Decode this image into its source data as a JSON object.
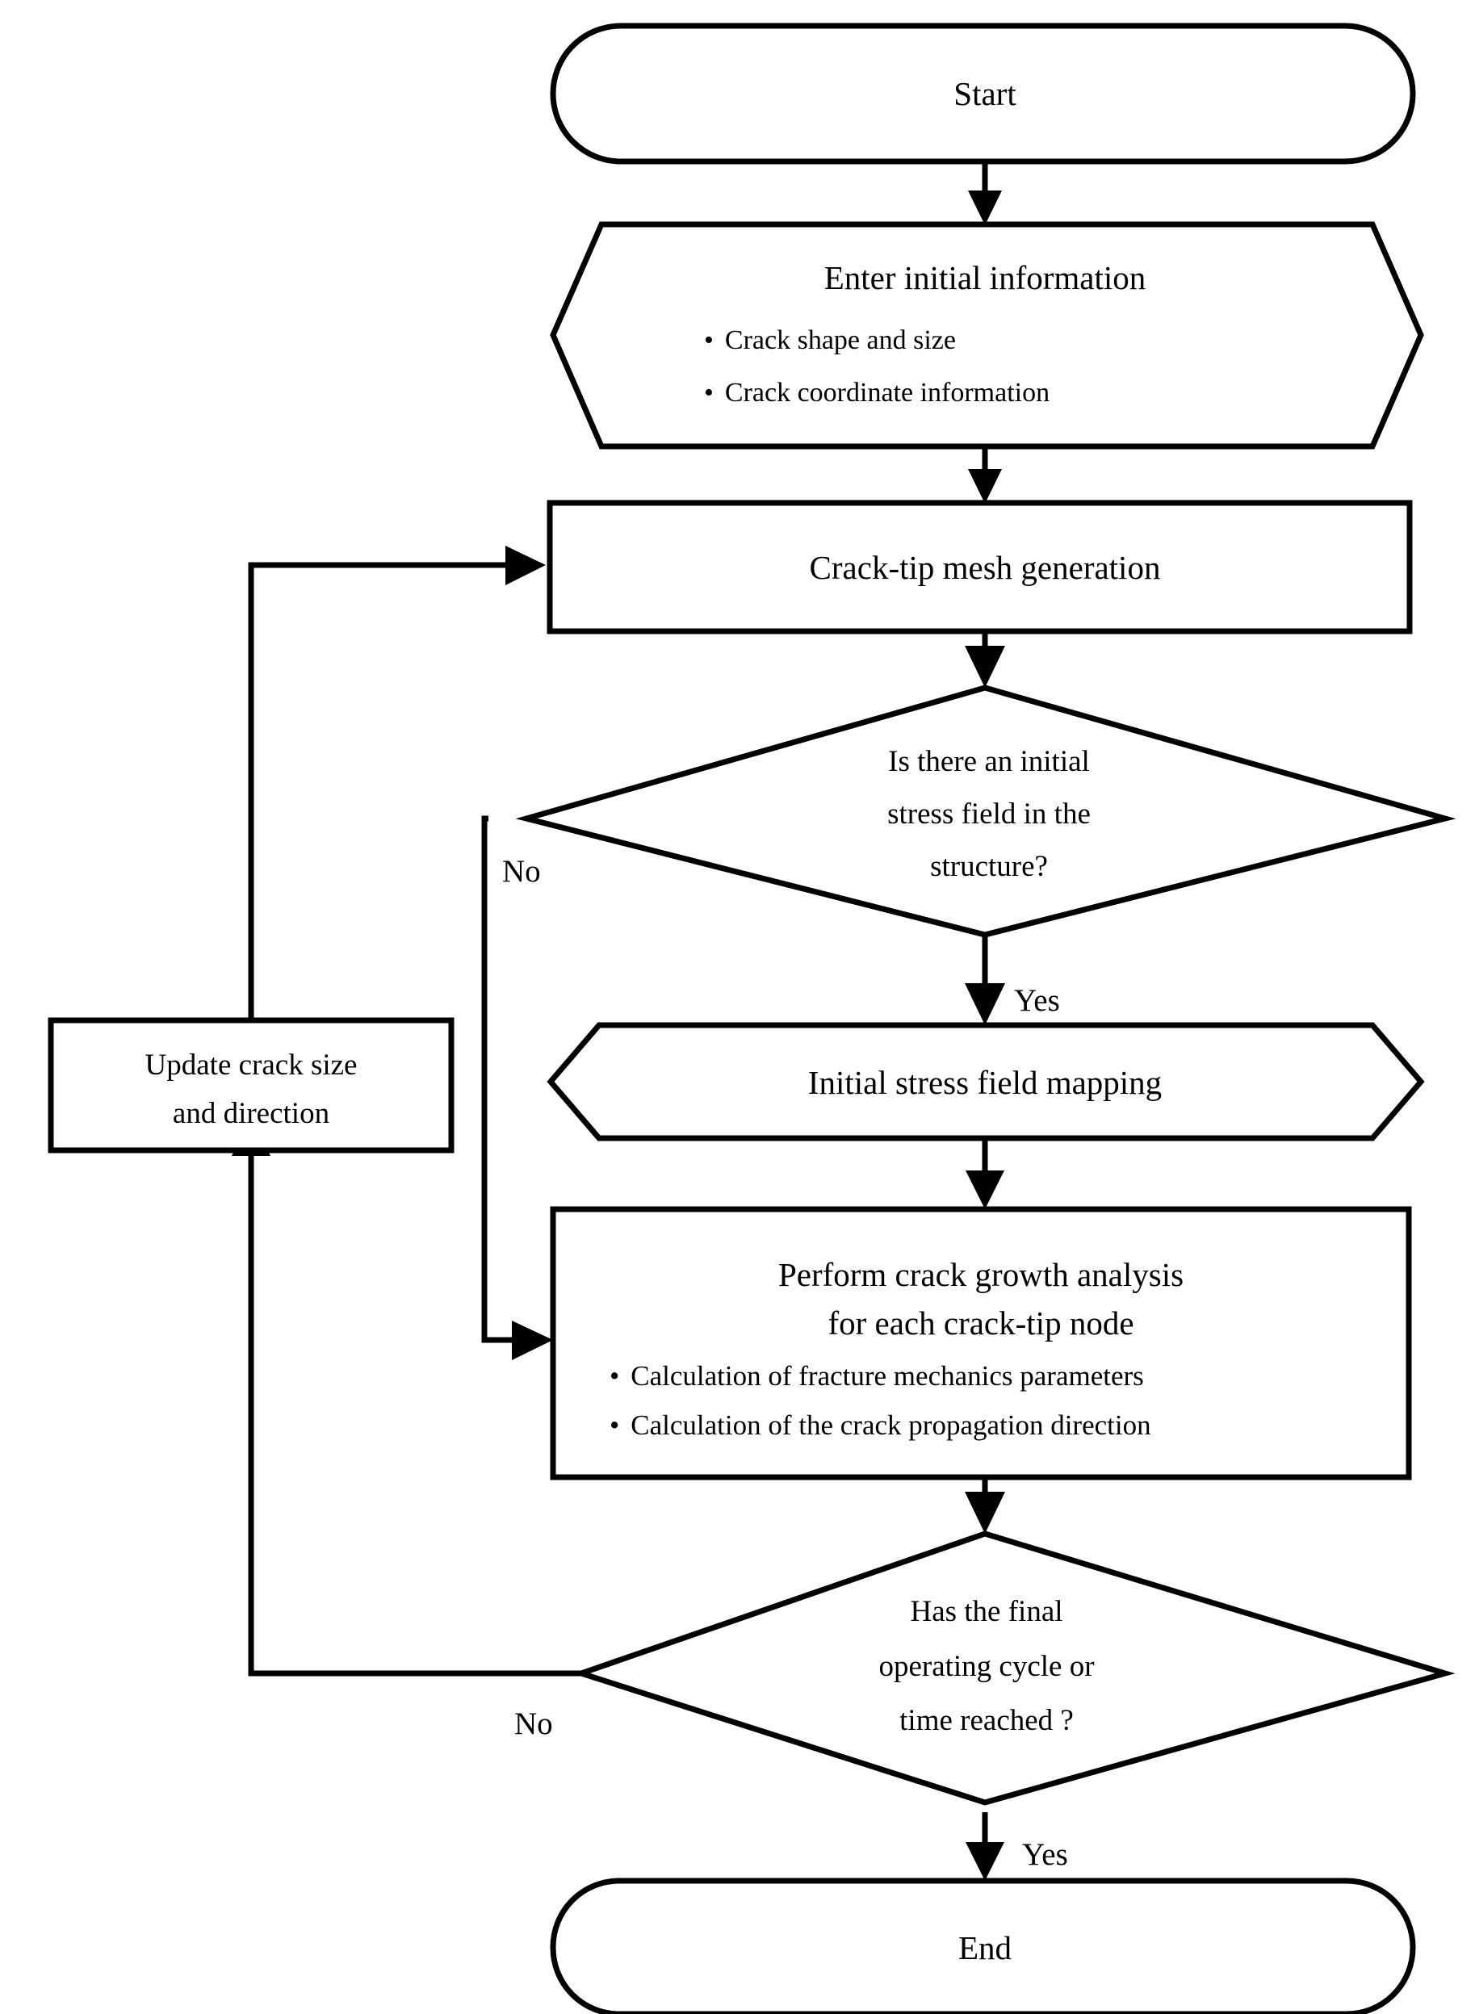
{
  "diagram": {
    "title": "Crack growth analysis flowchart",
    "type": "flowchart",
    "background_color": "#ffffff",
    "line_color": "#000000",
    "fill_color": "#ffffff"
  },
  "nodes": {
    "start": {
      "label": "Start",
      "shape": "terminator"
    },
    "enter_info": {
      "title": "Enter initial information",
      "shape": "hexagon",
      "bullets": [
        "Crack shape and size",
        "Crack coordinate information"
      ],
      "bullet_char": "•"
    },
    "mesh_generation": {
      "label": "Crack-tip mesh generation",
      "shape": "process"
    },
    "decision_stress": {
      "shape": "decision",
      "lines": [
        "Is there an initial",
        "stress field in the",
        "structure?"
      ]
    },
    "update_crack": {
      "shape": "process",
      "lines": [
        "Update crack size",
        "and direction"
      ]
    },
    "stress_mapping": {
      "label": "Initial stress field mapping",
      "shape": "hexagon"
    },
    "crack_growth": {
      "shape": "process",
      "lines": [
        "Perform crack growth analysis",
        "for each crack-tip node"
      ],
      "bullets": [
        "Calculation of fracture mechanics parameters",
        "Calculation of the crack propagation direction"
      ],
      "bullet_char": "•"
    },
    "decision_final": {
      "shape": "decision",
      "lines": [
        "Has the final",
        "operating cycle or",
        "time reached ?"
      ]
    },
    "end": {
      "label": "End",
      "shape": "terminator"
    }
  },
  "edge_labels": {
    "stress_no": "No",
    "stress_yes": "Yes",
    "final_no": "No",
    "final_yes": "Yes"
  },
  "edges": [
    {
      "from": "start",
      "to": "enter_info",
      "label": ""
    },
    {
      "from": "enter_info",
      "to": "mesh_generation",
      "label": ""
    },
    {
      "from": "mesh_generation",
      "to": "decision_stress",
      "label": ""
    },
    {
      "from": "decision_stress",
      "to": "stress_mapping",
      "label": "Yes"
    },
    {
      "from": "decision_stress",
      "to": "crack_growth",
      "label": "No"
    },
    {
      "from": "stress_mapping",
      "to": "crack_growth",
      "label": ""
    },
    {
      "from": "crack_growth",
      "to": "decision_final",
      "label": ""
    },
    {
      "from": "decision_final",
      "to": "update_crack",
      "label": "No"
    },
    {
      "from": "update_crack",
      "to": "mesh_generation",
      "label": ""
    },
    {
      "from": "decision_final",
      "to": "end",
      "label": "Yes"
    }
  ]
}
